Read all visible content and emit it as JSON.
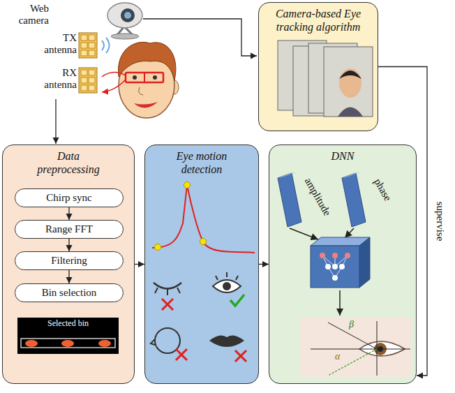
{
  "diagram": {
    "nodes": [
      {
        "text": [
          "Camera-based Eye tracking algorithm"
        ]
      },
      {
        "text": [
          "Data preprocessing"
        ]
      },
      {
        "text": [
          "Chirp sync"
        ],
        "in": 1
      },
      {
        "text": [
          "Range FFT"
        ],
        "in": 1
      },
      {
        "text": [
          "Filtering"
        ],
        "in": 1
      },
      {
        "text": [
          "Bin selection"
        ],
        "in": 1
      },
      {
        "text": [
          "Eye motion detection"
        ]
      },
      {
        "text": [
          "DNN"
        ]
      }
    ],
    "edges": [
      {
        "from": 2,
        "to": 3,
        "arrow": "to"
      },
      {
        "from": 3,
        "to": 4,
        "arrow": "to"
      },
      {
        "from": 4,
        "to": 5,
        "arrow": "to"
      },
      {
        "from": 1,
        "to": 6,
        "arrow": "to"
      },
      {
        "from": 6,
        "to": 7,
        "arrow": "to"
      },
      {
        "from": 0,
        "to": 7,
        "label": "supervise",
        "arrow": "to"
      }
    ],
    "labels": [
      "Web camera",
      "TX antenna",
      "RX antenna",
      "Selected bin",
      "amplitude",
      "phase",
      "α",
      "β"
    ]
  }
}
